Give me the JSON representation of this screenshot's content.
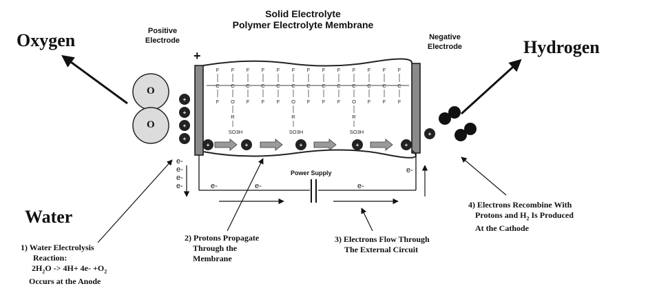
{
  "title": {
    "line1": "Solid Electrolyte",
    "line2": "Polymer Electrolyte Membrane"
  },
  "labels": {
    "oxygen": "Oxygen",
    "hydrogen": "Hydrogen",
    "water": "Water",
    "positive_electrode": [
      "Positive",
      "Electrode"
    ],
    "negative_electrode": [
      "Negative",
      "Electrode"
    ],
    "power_supply": "Power Supply",
    "plus_sign": "+",
    "electron": "e-",
    "oxygen_atom": "O",
    "sulfonic_group": "SO3H",
    "fluorine": "F",
    "carbon": "C",
    "oxygen_side": "O",
    "r_group": "R"
  },
  "notes": {
    "step1": {
      "line1": "1) Water Electrolysis",
      "line2": "Reaction:",
      "eq_a": "2H",
      "eq_sub1": "2",
      "eq_b": "O ->  4H+ 4e-  +O",
      "eq_sub2": "2",
      "line4": "Occurs at the Anode"
    },
    "step2": [
      "2) Protons Propagate",
      "Through the",
      "Membrane"
    ],
    "step3": [
      "3) Electrons Flow Through",
      "The External Circuit"
    ],
    "step4": {
      "line1": "4) Electrons Recombine With",
      "line2a": "Protons and H",
      "line2sub": "2",
      "line2b": " Is Produced",
      "line3": "At the Cathode"
    }
  },
  "colors": {
    "ink": "#111111",
    "electrode_fill": "#8a8a8a",
    "membrane_line": "#222222",
    "proton_arrow": "#9a9a9a",
    "circle_fill": "#dcdcdc"
  }
}
